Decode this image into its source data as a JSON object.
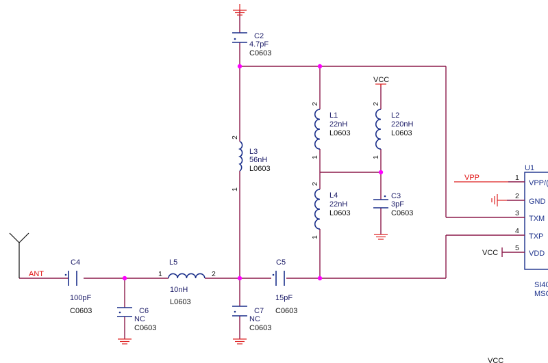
{
  "net_labels": {
    "ant": "ANT",
    "vpp": "VPP",
    "vcc_top": "VCC",
    "vcc_pin5": "VCC",
    "vcc_bottom": "VCC"
  },
  "components": {
    "C2": {
      "ref": "C2",
      "value": "4.7pF",
      "footprint": "C0603"
    },
    "L3": {
      "ref": "L3",
      "value": "56nH",
      "footprint": "L0603"
    },
    "L1": {
      "ref": "L1",
      "value": "22nH",
      "footprint": "L0603"
    },
    "L2": {
      "ref": "L2",
      "value": "220nH",
      "footprint": "L0603"
    },
    "L4": {
      "ref": "L4",
      "value": "22nH",
      "footprint": "L0603"
    },
    "C3": {
      "ref": "C3",
      "value": "3pF",
      "footprint": "C0603"
    },
    "C4": {
      "ref": "C4",
      "value": "100pF",
      "footprint": "C0603"
    },
    "C6": {
      "ref": "C6",
      "value": "NC",
      "footprint": "C0603"
    },
    "L5": {
      "ref": "L5",
      "value": "10nH",
      "footprint": "L0603"
    },
    "C5": {
      "ref": "C5",
      "value": "15pF",
      "footprint": "C0603"
    },
    "C7": {
      "ref": "C7",
      "value": "NC",
      "footprint": "C0603"
    }
  },
  "pin_numbers": {
    "L1": {
      "top": "2",
      "bottom": "1"
    },
    "L2": {
      "top": "2",
      "bottom": "1"
    },
    "L3": {
      "top": "2",
      "bottom": "1"
    },
    "L4": {
      "top": "2",
      "bottom": "1"
    },
    "L5": {
      "left": "1",
      "right": "2"
    }
  },
  "ic": {
    "ref": "U1",
    "part_partial": "SI40",
    "package_partial": "MSO",
    "pins": [
      {
        "num": "1",
        "name": "VPP/("
      },
      {
        "num": "2",
        "name": "GND"
      },
      {
        "num": "3",
        "name": "TXM"
      },
      {
        "num": "4",
        "name": "TXP"
      },
      {
        "num": "5",
        "name": "VDD"
      }
    ]
  }
}
